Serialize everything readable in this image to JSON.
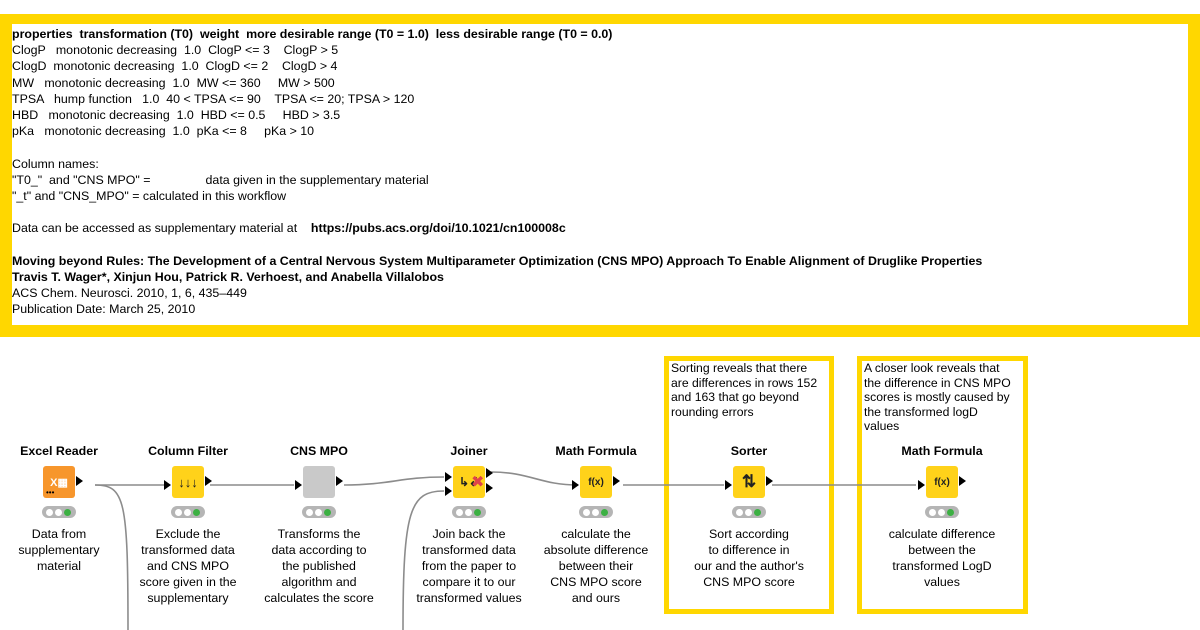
{
  "top_annotation": {
    "header": "properties  transformation (T0)  weight  more desirable range (T0 = 1.0)  less desirable range (T0 = 0.0)",
    "rows": [
      "ClogP   monotonic decreasing  1.0  ClogP <= 3    ClogP > 5",
      "ClogD  monotonic decreasing  1.0  ClogD <= 2    ClogD > 4",
      "MW   monotonic decreasing  1.0  MW <= 360     MW > 500",
      "TPSA   hump function   1.0  40 < TPSA <= 90    TPSA <= 20; TPSA > 120",
      "HBD   monotonic decreasing  1.0  HBD <= 0.5     HBD > 3.5",
      "pKa   monotonic decreasing  1.0  pKa <= 8     pKa > 10"
    ],
    "column_names_title": "Column names:",
    "column_names_1": "\"T0_\"  and \"CNS MPO\" =                data given in the supplementary material",
    "column_names_2": "\"_t\" and \"CNS_MPO\" = calculated in this workflow",
    "access_text": "Data can be accessed as supplementary material at    ",
    "access_url": "https://pubs.acs.org/doi/10.1021/cn100008c",
    "paper_title": "Moving beyond Rules: The Development of a Central Nervous System Multiparameter Optimization (CNS MPO) Approach To Enable Alignment of Druglike Properties",
    "authors": "Travis T. Wager*, Xinjun Hou, Patrick R. Verhoest, and Anabella Villalobos",
    "journal": "ACS Chem. Neurosci. 2010, 1, 6, 435–449",
    "pub_date": "Publication Date: March 25, 2010"
  },
  "sorter_annotation": "Sorting reveals that there\nare differences in rows 152\nand 163 that go beyond\nrounding errors",
  "math2_annotation": "A closer look reveals that\nthe difference in CNS MPO\nscores is mostly caused by\nthe transformed logD\nvalues",
  "nodes": [
    {
      "title": "Excel Reader",
      "icon": "excel-reader-icon",
      "desc": "Data from\nsupplementary\nmaterial"
    },
    {
      "title": "Column Filter",
      "icon": "column-filter-icon",
      "desc": "Exclude the\ntransformed data\nand CNS MPO\nscore given in the\nsupplementary"
    },
    {
      "title": "CNS MPO",
      "icon": "metanode-icon",
      "desc": "Transforms the\ndata according to\nthe published\nalgorithm and\ncalculates the score"
    },
    {
      "title": "Joiner",
      "icon": "joiner-icon",
      "desc": "Join back the\ntransformed data\nfrom the paper to\ncompare it to our\ntransformed values"
    },
    {
      "title": "Math Formula",
      "icon": "math-formula-icon",
      "desc": "calculate the\nabsolute difference\nbetween their\nCNS MPO score\nand ours"
    },
    {
      "title": "Sorter",
      "icon": "sorter-icon",
      "desc": "Sort according\nto difference in\nour and the author's\nCNS MPO score"
    },
    {
      "title": "Math Formula",
      "icon": "math-formula-icon",
      "desc": "calculate difference\nbetween the\ntransformed LogD\nvalues"
    }
  ],
  "colors": {
    "annotation_border": "#ffd700",
    "node_yellow": "#ffd21a",
    "node_orange": "#f7962c",
    "node_gray": "#c9c9c9",
    "status_green": "#3cb043"
  }
}
